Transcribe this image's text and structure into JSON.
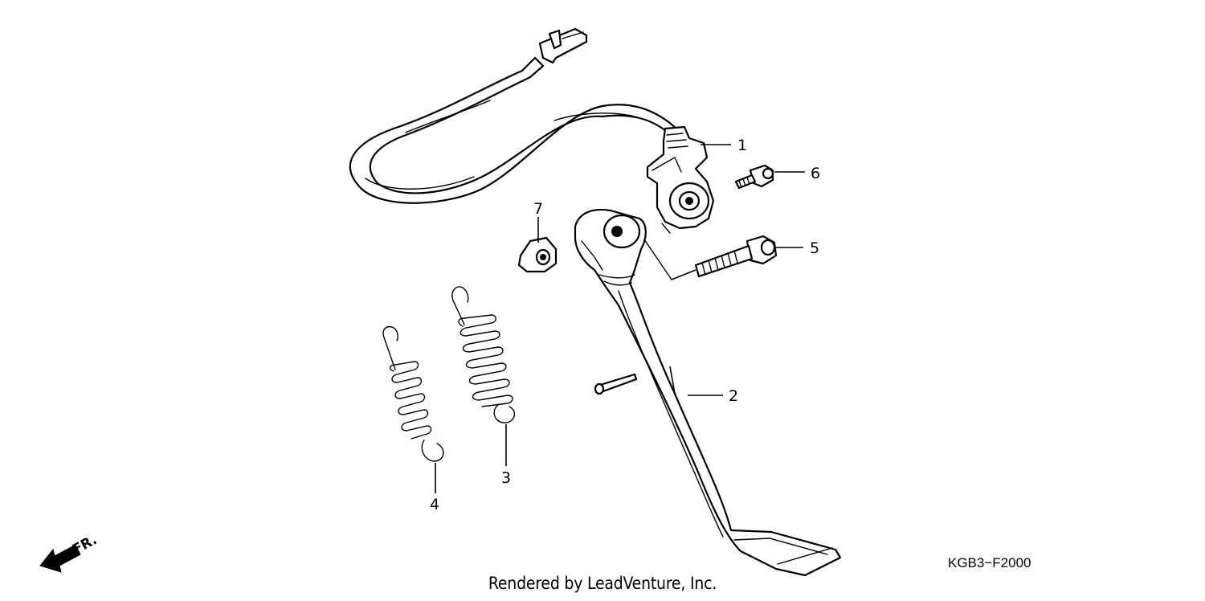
{
  "callouts": [
    {
      "id": "1",
      "label": "1"
    },
    {
      "id": "2",
      "label": "2"
    },
    {
      "id": "3",
      "label": "3"
    },
    {
      "id": "4",
      "label": "4"
    },
    {
      "id": "5",
      "label": "5"
    },
    {
      "id": "6",
      "label": "6"
    },
    {
      "id": "7",
      "label": "7"
    }
  ],
  "direction_label": "FR.",
  "diagram_code": "KGB3−F2000",
  "footer": "Rendered by LeadVenture, Inc."
}
